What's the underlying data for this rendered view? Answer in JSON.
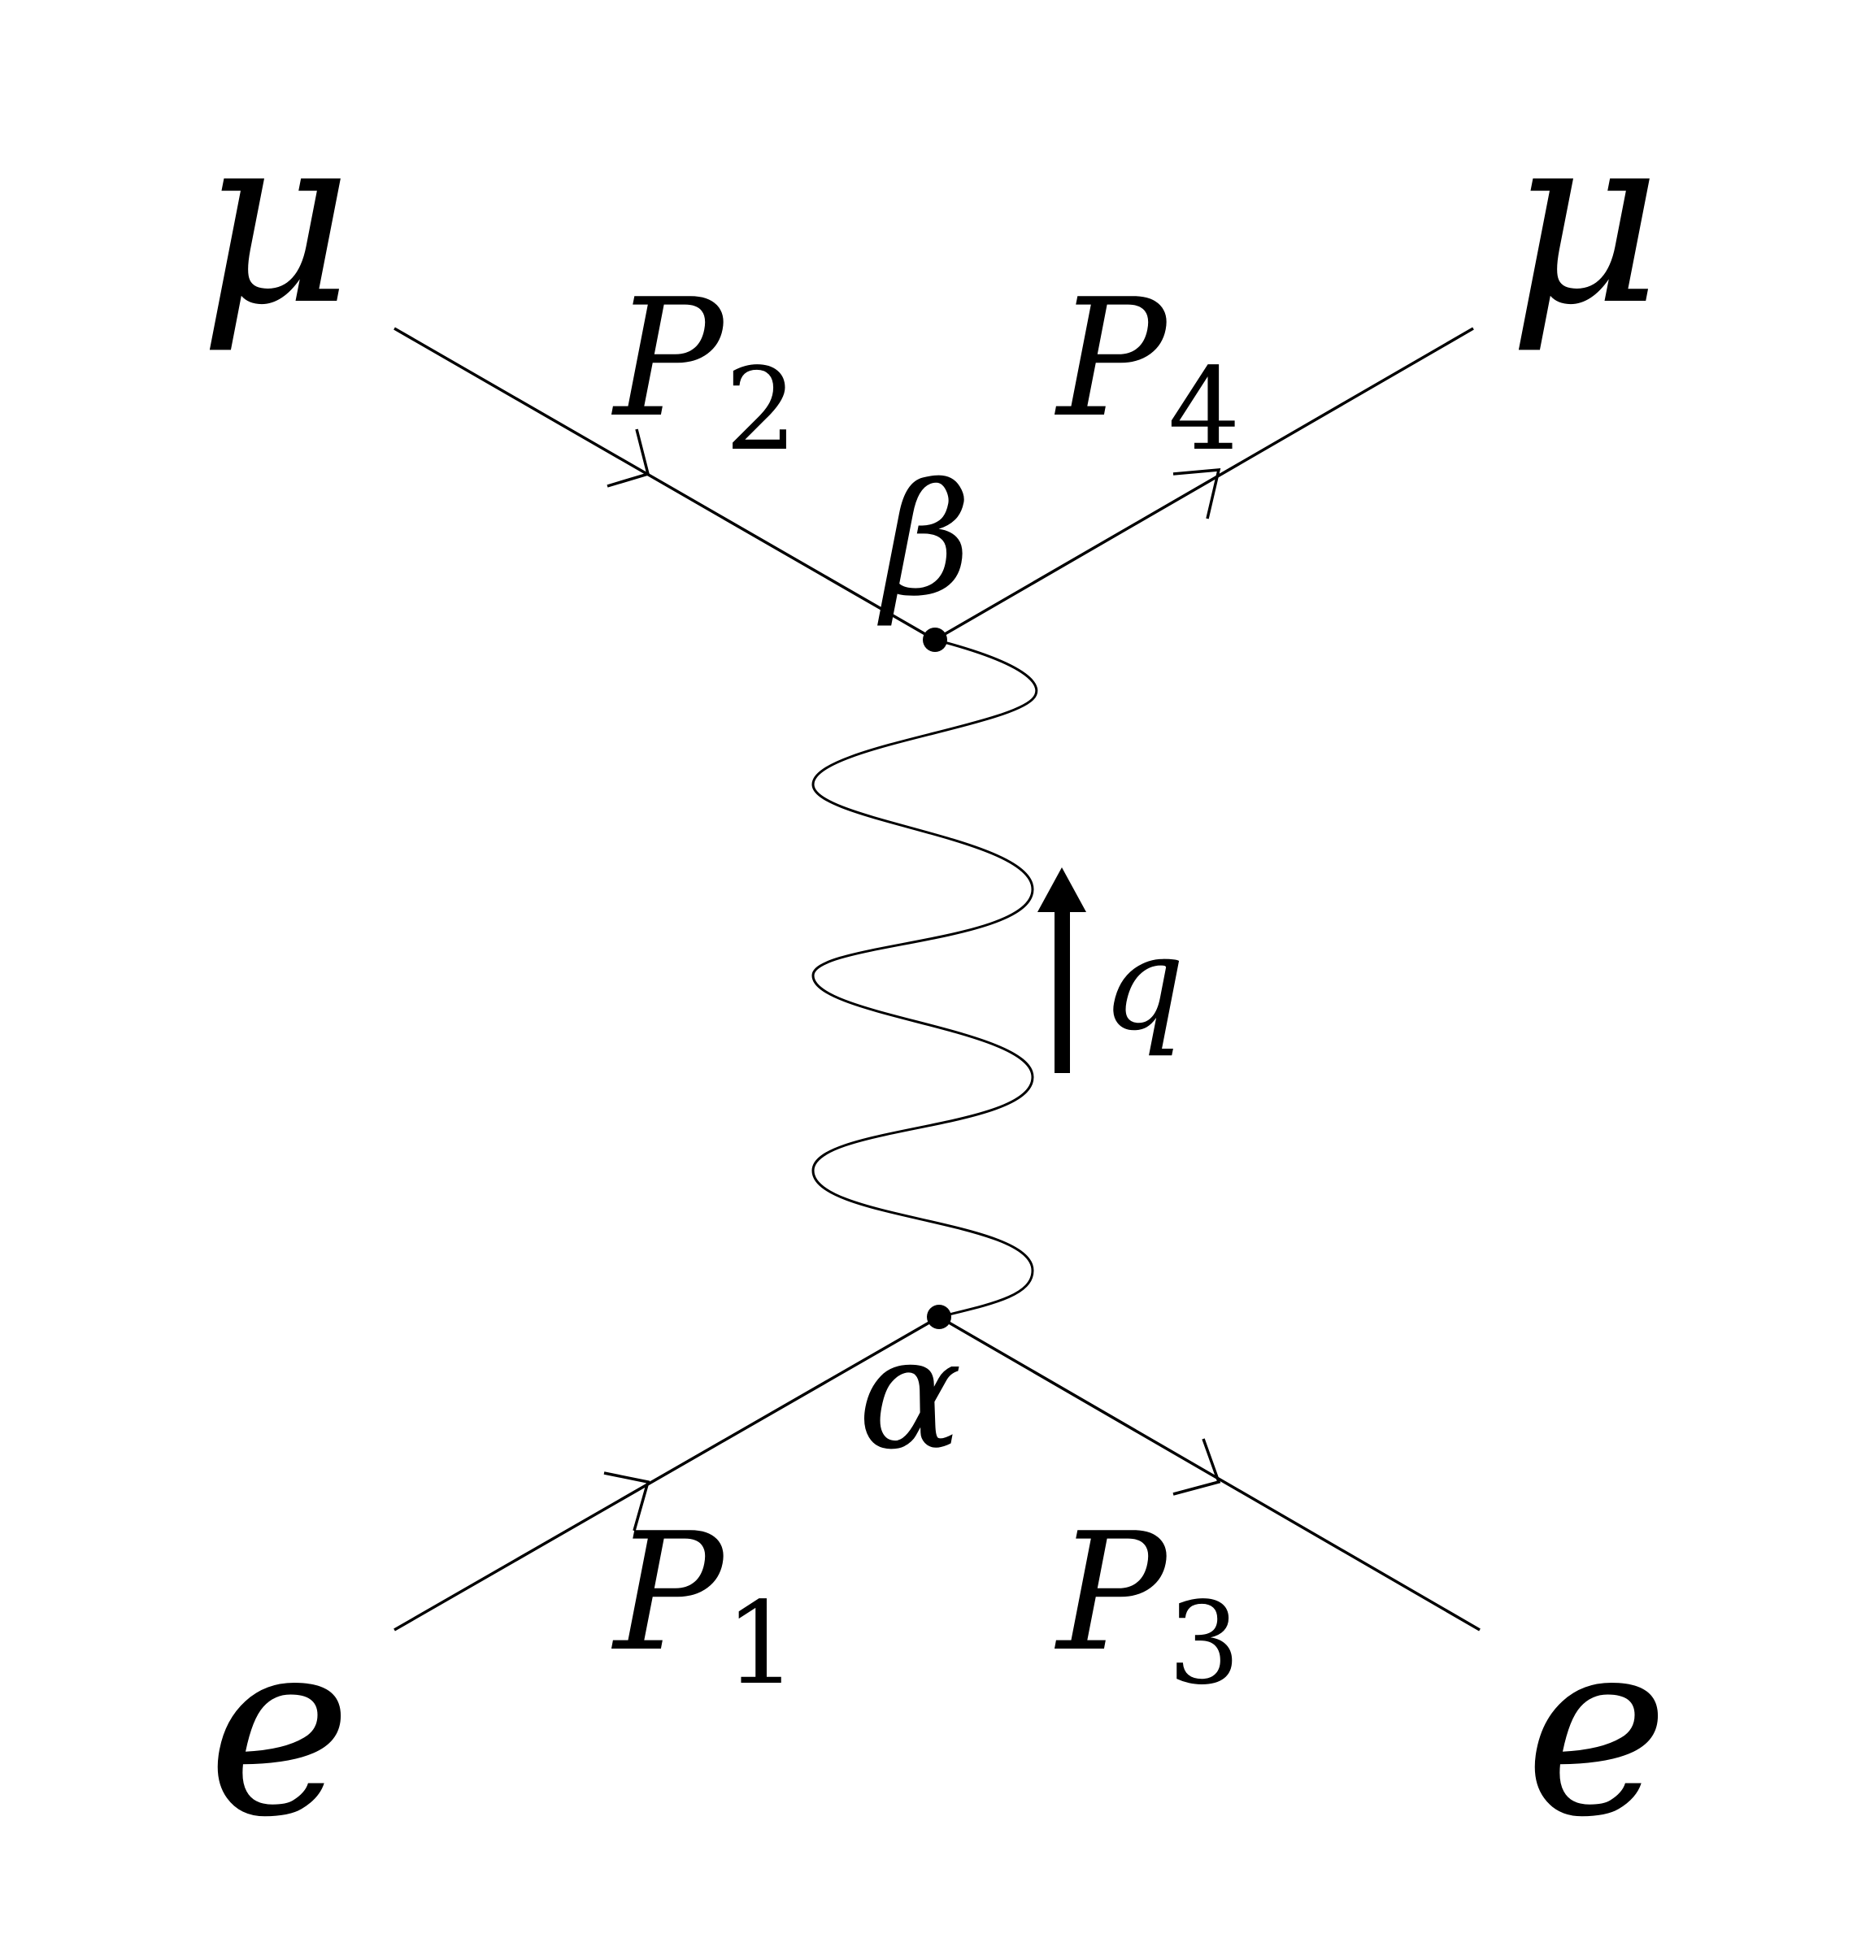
{
  "particles": {
    "top_left": "μ",
    "top_right": "μ",
    "bottom_left": "e",
    "bottom_right": "e"
  },
  "momenta": {
    "p1": {
      "base": "P",
      "sub": "1"
    },
    "p2": {
      "base": "P",
      "sub": "2"
    },
    "p3": {
      "base": "P",
      "sub": "3"
    },
    "p4": {
      "base": "P",
      "sub": "4"
    }
  },
  "vertices": {
    "upper": "β",
    "lower": "α"
  },
  "propagator": {
    "momentum": "q"
  }
}
